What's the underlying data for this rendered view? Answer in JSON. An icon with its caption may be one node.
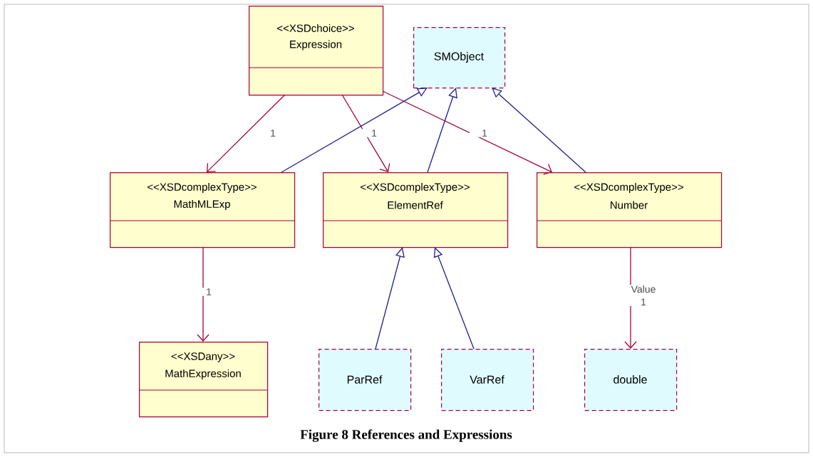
{
  "diagram": {
    "caption": "Figure 8  References and Expressions",
    "nodes": [
      {
        "text": [
          "<<XSDchoice>>",
          "Expression"
        ]
      },
      {
        "text": [
          "SMObject"
        ]
      },
      {
        "text": [
          "<<XSDcomplexType>>",
          "MathMLExp"
        ]
      },
      {
        "text": [
          "<<XSDcomplexType>>",
          "ElementRef"
        ]
      },
      {
        "text": [
          "<<XSDcomplexType>>",
          "Number"
        ]
      },
      {
        "text": [
          "<<XSDany>>",
          "MathExpression"
        ]
      },
      {
        "text": [
          "ParRef"
        ]
      },
      {
        "text": [
          "VarRef"
        ]
      },
      {
        "text": [
          "double"
        ]
      }
    ],
    "edges": [
      {
        "from": 0,
        "to": 2,
        "arrow": "to",
        "label": "1"
      },
      {
        "from": 0,
        "to": 3,
        "arrow": "to",
        "label": "1"
      },
      {
        "from": 0,
        "to": 4,
        "arrow": "to",
        "label": "1"
      },
      {
        "from": 2,
        "to": 1,
        "arrow": "to",
        "color": "#1f1f8c"
      },
      {
        "from": 3,
        "to": 1,
        "arrow": "to",
        "color": "#1f1f8c"
      },
      {
        "from": 4,
        "to": 1,
        "arrow": "to",
        "color": "#1f1f8c"
      },
      {
        "from": 2,
        "to": 5,
        "arrow": "to",
        "label": "1"
      },
      {
        "from": 6,
        "to": 3,
        "arrow": "to",
        "color": "#1f1f8c"
      },
      {
        "from": 7,
        "to": 3,
        "arrow": "to",
        "color": "#1f1f8c"
      },
      {
        "from": 4,
        "to": 8,
        "arrow": "to",
        "label": "Value 1"
      }
    ]
  }
}
